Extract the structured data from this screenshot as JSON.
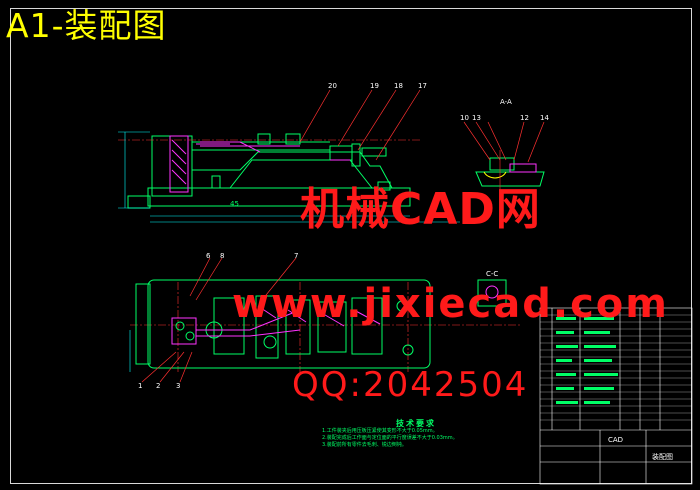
{
  "title": "A1-装配图",
  "watermark": {
    "line1": "机械CAD网",
    "line2": "www.jixiecad.com",
    "line3": "QQ:2042504"
  },
  "section_label": "A-A",
  "section_label_2": "C-C",
  "tech_requirements": {
    "title": "技术要求",
    "items": [
      "1.工件装夹后用压板压紧使其变形不大于0.05mm。",
      "2.装配完成后工作面与定位面的平行度误差不大于0.03mm。",
      "3.装配前所有零件去毛刺、锐边倒钝。"
    ]
  },
  "balloons": [
    "20",
    "19",
    "18",
    "17",
    "10",
    "13",
    "12",
    "14",
    "6",
    "8",
    "7",
    "1",
    "2",
    "3",
    "45"
  ],
  "title_block": {
    "name": "装配图",
    "code": "CAD"
  },
  "colors": {
    "background": "#000000",
    "title": "#ffff00",
    "watermark": "#ff1a1a",
    "outline": "#00ff66",
    "hatch": "#ff33ff",
    "dimension": "#00ffff",
    "border": "#d9d9d9"
  }
}
